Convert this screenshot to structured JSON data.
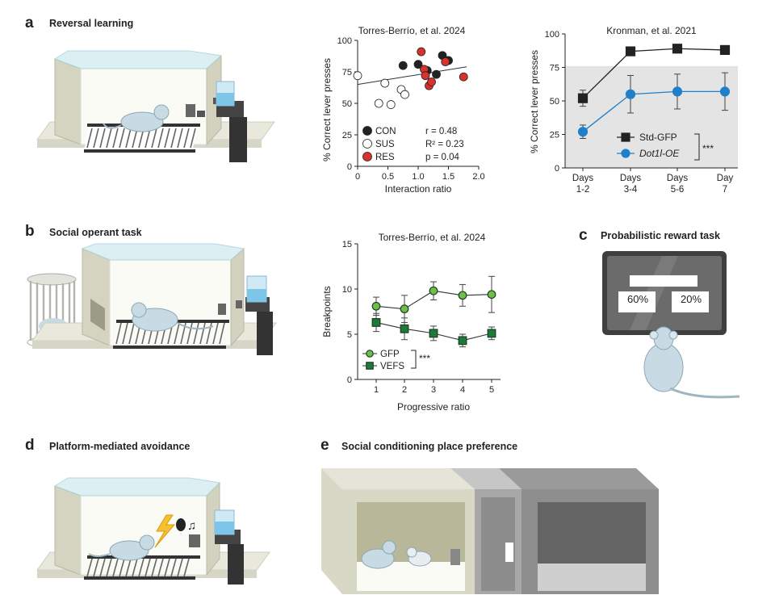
{
  "panels": {
    "a": {
      "letter": "a",
      "title": "Reversal learning"
    },
    "b": {
      "letter": "b",
      "title": "Social operant task"
    },
    "c": {
      "letter": "c",
      "title": "Probabilistic reward task",
      "screen_left": "60%",
      "screen_right": "20%"
    },
    "d": {
      "letter": "d",
      "title": "Platform-mediated avoidance"
    },
    "e": {
      "letter": "e",
      "title": "Social conditioning place preference"
    }
  },
  "colors": {
    "black": "#222222",
    "red": "#d9322c",
    "blue": "#1f7fc9",
    "green_light": "#6cc04a",
    "green_dark": "#1d7a3a",
    "gray_band": "#e4e4e4"
  },
  "chart_data": [
    {
      "type": "scatter",
      "title": "Torres-Berrío, et al. 2024",
      "xlabel": "Interaction ratio",
      "ylabel": "% Correct lever presses",
      "xlim": [
        0,
        2.0
      ],
      "ylim": [
        0,
        100
      ],
      "xticks": [
        "0",
        "0.5",
        "1.0",
        "1.5",
        "2.0"
      ],
      "yticks": [
        "0",
        "25",
        "50",
        "75",
        "100"
      ],
      "series": [
        {
          "name": "CON",
          "color": "#222222",
          "x": [
            0.75,
            1.0,
            1.15,
            1.3,
            1.4,
            1.5
          ],
          "y": [
            80,
            81,
            76,
            73,
            88,
            84
          ]
        },
        {
          "name": "SUS",
          "color": "#ffffff",
          "x": [
            0.0,
            0.35,
            0.45,
            0.55,
            0.72,
            0.78
          ],
          "y": [
            72,
            50,
            66,
            49,
            61,
            57
          ]
        },
        {
          "name": "RES",
          "color": "#d9322c",
          "x": [
            1.05,
            1.1,
            1.12,
            1.18,
            1.22,
            1.45,
            1.75
          ],
          "y": [
            91,
            77,
            72,
            64,
            67,
            83,
            71
          ]
        }
      ],
      "trendline": {
        "x": [
          0,
          1.8
        ],
        "y": [
          65,
          79
        ]
      },
      "stats": [
        "r = 0.48",
        "R² = 0.23",
        "p = 0.04"
      ]
    },
    {
      "type": "line",
      "title": "Kronman, et al. 2021",
      "ylabel": "% Correct lever presses",
      "categories": [
        "Days 1-2",
        "Days 3-4",
        "Days 5-6",
        "Day 7"
      ],
      "category_lines": [
        [
          "Days",
          "1-2"
        ],
        [
          "Days",
          "3-4"
        ],
        [
          "Days",
          "5-6"
        ],
        [
          "Day",
          "7"
        ]
      ],
      "ylim": [
        0,
        100
      ],
      "yticks": [
        "0",
        "25",
        "50",
        "75",
        "100"
      ],
      "shaded_band": [
        0,
        76
      ],
      "series": [
        {
          "name": "Std-GFP",
          "color": "#222222",
          "marker": "square",
          "values": [
            52,
            87,
            89,
            88
          ],
          "err": [
            6,
            3,
            2,
            2
          ]
        },
        {
          "name": "Dot1l-OE",
          "color": "#1f7fc9",
          "marker": "circle",
          "values": [
            27,
            55,
            57,
            57
          ],
          "err": [
            5,
            14,
            13,
            14
          ]
        }
      ],
      "significance": "***"
    },
    {
      "type": "line",
      "title": "Torres-Berrío, et al. 2024",
      "xlabel": "Progressive ratio",
      "ylabel": "Breakpoints",
      "categories": [
        "1",
        "2",
        "3",
        "4",
        "5"
      ],
      "ylim": [
        0,
        15
      ],
      "yticks": [
        "0",
        "5",
        "10",
        "15"
      ],
      "series": [
        {
          "name": "GFP",
          "color": "#6cc04a",
          "marker": "circle",
          "values": [
            8.1,
            7.8,
            9.8,
            9.3,
            9.4
          ],
          "err": [
            1.0,
            1.5,
            1.0,
            1.2,
            2.0
          ]
        },
        {
          "name": "VEFS",
          "color": "#1d7a3a",
          "marker": "square",
          "values": [
            6.3,
            5.6,
            5.1,
            4.3,
            5.1
          ],
          "err": [
            1.0,
            1.2,
            0.8,
            0.7,
            0.7
          ]
        }
      ],
      "significance": "***"
    }
  ]
}
